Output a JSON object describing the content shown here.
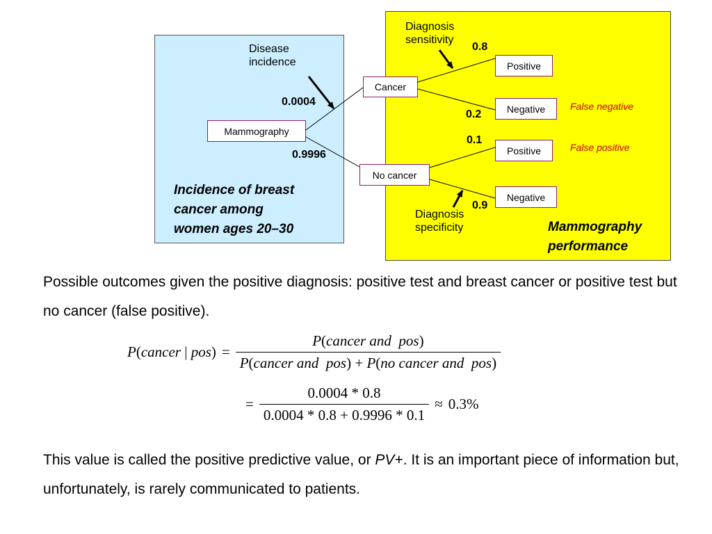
{
  "diagram": {
    "incidence_panel_title": [
      "Incidence of breast",
      "cancer among",
      "women ages 20–30"
    ],
    "performance_panel_title": [
      "Mammography",
      "performance"
    ],
    "nodes": {
      "mammography": "Mammography",
      "cancer": "Cancer",
      "no_cancer": "No cancer",
      "positive_1": "Positive",
      "negative_1": "Negative",
      "positive_2": "Positive",
      "negative_2": "Negative"
    },
    "labels": {
      "disease_incidence": [
        "Disease",
        "incidence"
      ],
      "diagnosis_sensitivity": [
        "Diagnosis",
        "sensitivity"
      ],
      "diagnosis_specificity": [
        "Diagnosis",
        "specificity"
      ],
      "false_negative": "False negative",
      "false_positive": "False positive"
    },
    "probabilities": {
      "cancer": "0.0004",
      "no_cancer": "0.9996",
      "sensitivity": "0.8",
      "false_negative": "0.2",
      "false_positive": "0.1",
      "specificity": "0.9"
    },
    "colors": {
      "incidence_panel": "#cceeff",
      "performance_panel": "#ffff00",
      "node_border": "#8b1a6b",
      "annotation_red": "#cc0000"
    }
  },
  "text": {
    "paragraph1": "Possible outcomes given the positive diagnosis: positive test and breast cancer or positive test but no cancer (false positive).",
    "paragraph2_before": "This value is called the positive predictive value, or ",
    "paragraph2_term": "PV+",
    "paragraph2_after": ". It is an important piece of information but, unfortunately, is rarely communicated to patients."
  },
  "formula": {
    "lhs": {
      "P": "P",
      "open": "(",
      "cancer": "cancer",
      "bar": " | ",
      "pos": "pos",
      "close": ")"
    },
    "eq": "=",
    "fraction1": {
      "num": {
        "P": "P",
        "open": "(",
        "var": "cancer and  pos",
        "close": ")"
      },
      "den": {
        "P1": "P",
        "open1": "(",
        "var1": "cancer and  pos",
        "close1": ")",
        "plus": " + ",
        "P2": "P",
        "open2": "(",
        "var2": "no cancer and  pos",
        "close2": ")"
      }
    },
    "fraction2": {
      "num": "0.0004 * 0.8",
      "den": "0.0004 * 0.8 + 0.9996 * 0.1"
    },
    "approx": "≈",
    "result": "0.3%"
  }
}
